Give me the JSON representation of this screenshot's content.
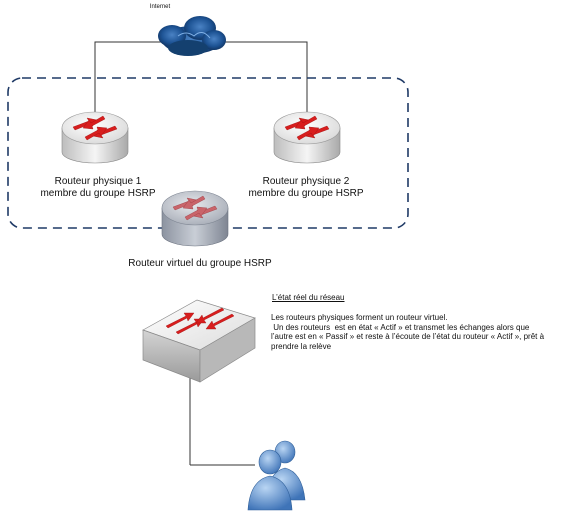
{
  "diagram": {
    "internet_label": "Internet",
    "router1": {
      "line1": "Routeur physique 1",
      "line2": "membre du groupe HSRP"
    },
    "router2": {
      "line1": "Routeur physique 2",
      "line2": "membre du groupe HSRP"
    },
    "virtual_router_label": "Routeur virtuel du groupe HSRP",
    "description": {
      "title": "L’état réel du réseau",
      "lines": [
        "Les routeurs physiques forment un routeur virtuel.",
        " Un des routeurs  est en état « Actif » et transmet les échanges alors que",
        "l’autre est en « Passif » et reste à l’écoute de l’état du routeur « Actif », prêt à",
        "prendre la relève"
      ]
    },
    "icons": [
      "cloud-icon",
      "router-icon",
      "switch-icon",
      "users-icon"
    ],
    "colors": {
      "group_border": "#1f3a66",
      "router_arrows": "#d81e1e",
      "cloud": "#1a4f8a",
      "users": "#6d9fd6"
    }
  }
}
